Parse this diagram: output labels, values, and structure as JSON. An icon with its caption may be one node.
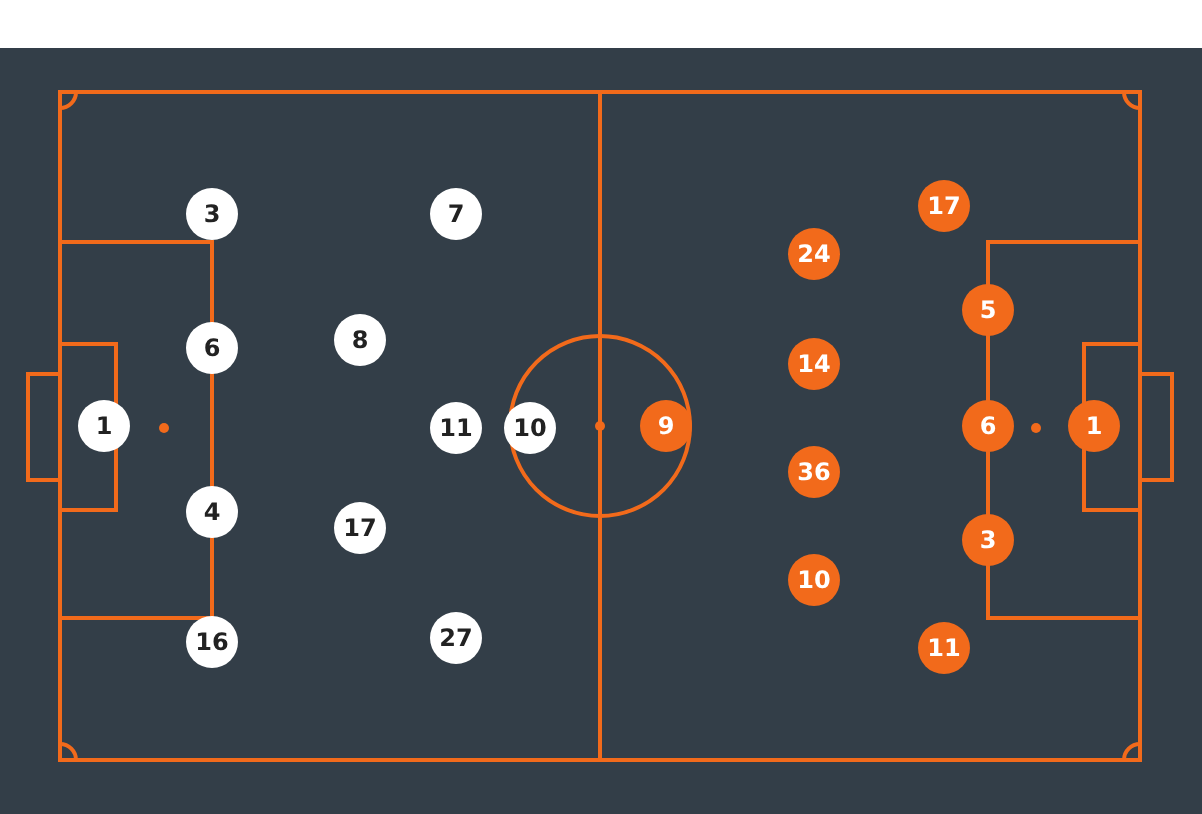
{
  "diagram": {
    "nodes": [
      {
        "text": [
          "3"
        ]
      },
      {
        "text": [
          "7"
        ]
      },
      {
        "text": [
          "6"
        ]
      },
      {
        "text": [
          "8"
        ]
      },
      {
        "text": [
          "1"
        ]
      },
      {
        "text": [
          "11"
        ]
      },
      {
        "text": [
          "10"
        ]
      },
      {
        "text": [
          "4"
        ]
      },
      {
        "text": [
          "17"
        ]
      },
      {
        "text": [
          "16"
        ]
      },
      {
        "text": [
          "27"
        ]
      },
      {
        "text": [
          "17"
        ]
      },
      {
        "text": [
          "24"
        ]
      },
      {
        "text": [
          "5"
        ]
      },
      {
        "text": [
          "14"
        ]
      },
      {
        "text": [
          "9"
        ]
      },
      {
        "text": [
          "6"
        ]
      },
      {
        "text": [
          "1"
        ]
      },
      {
        "text": [
          "36"
        ]
      },
      {
        "text": [
          "3"
        ]
      },
      {
        "text": [
          "10"
        ]
      },
      {
        "text": [
          "11"
        ]
      }
    ]
  }
}
